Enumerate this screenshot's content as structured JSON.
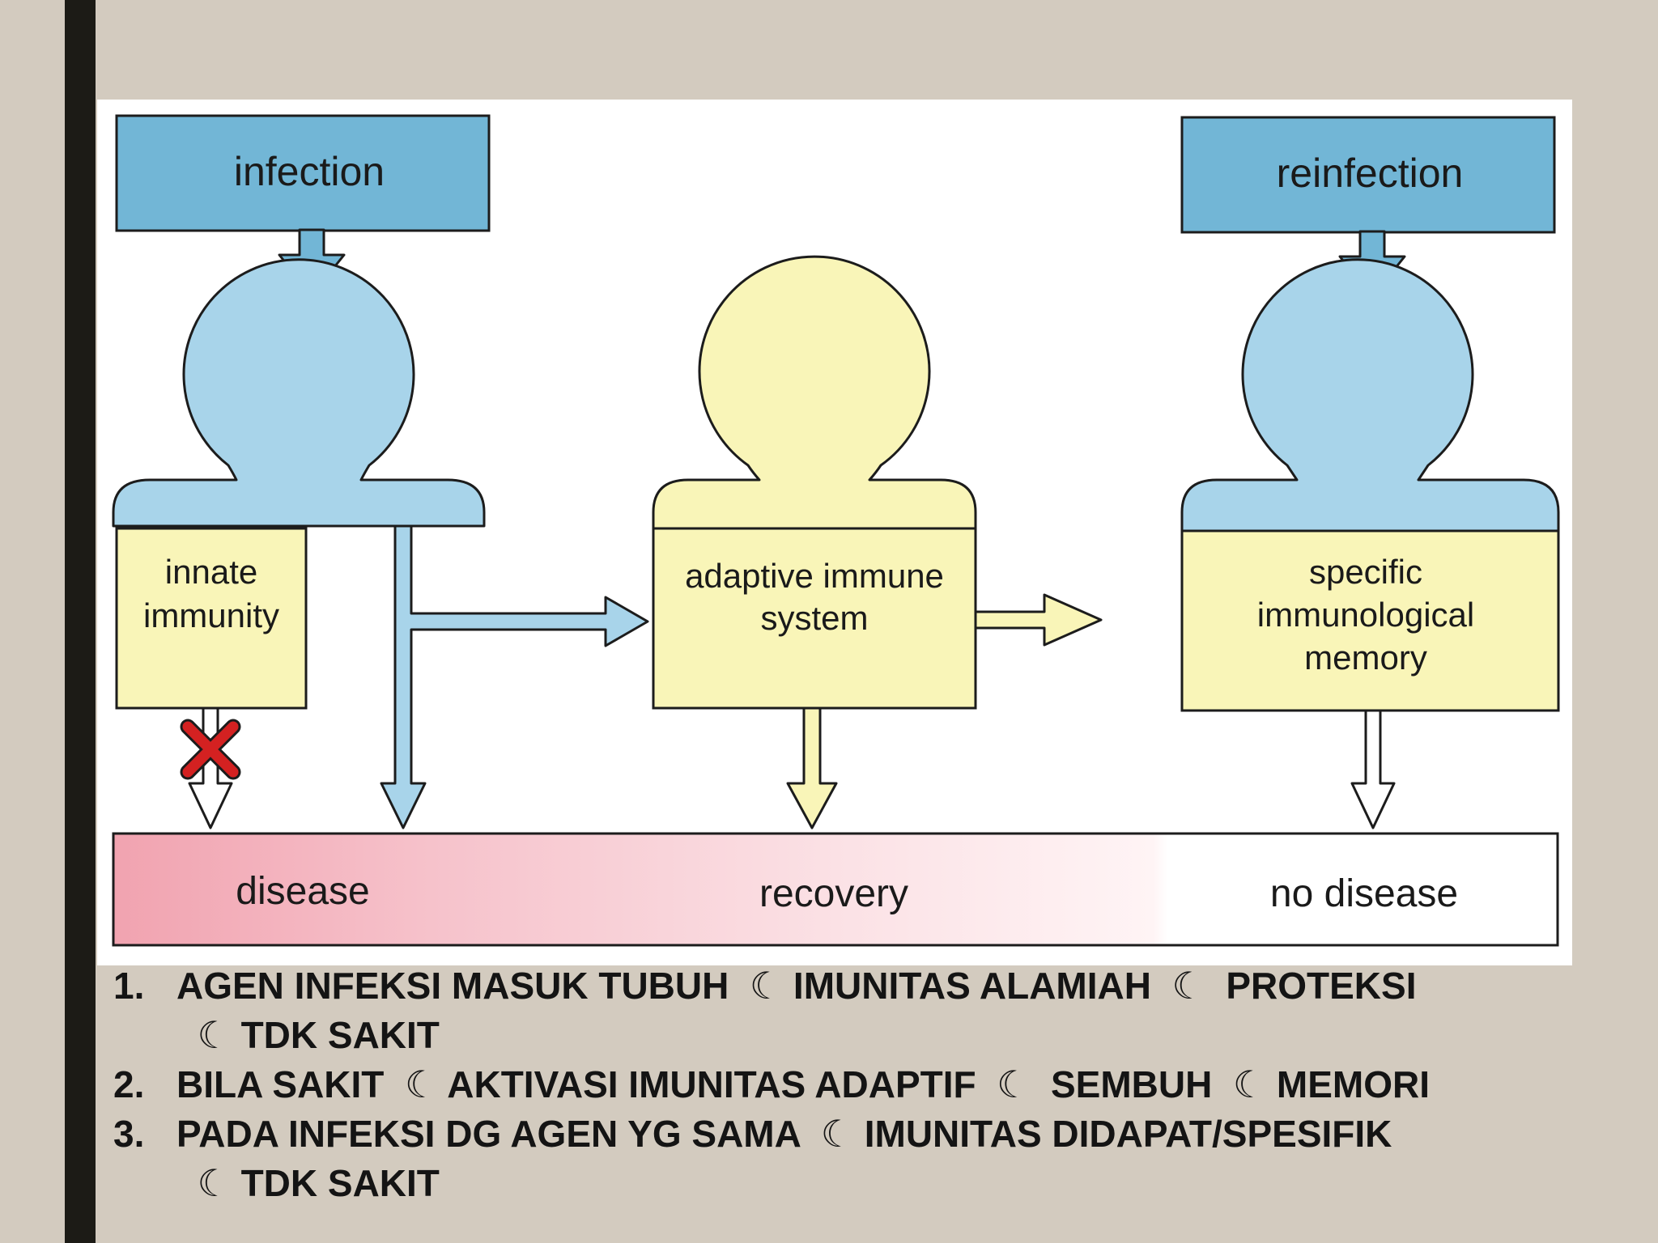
{
  "diagram": {
    "boxes": {
      "infection": "infection",
      "reinfection": "reinfection",
      "innate": [
        "innate",
        "immunity"
      ],
      "adaptive": [
        "adaptive immune",
        "system"
      ],
      "memory": [
        "specific",
        "immunological",
        "memory"
      ]
    },
    "outcomes": {
      "disease": "disease",
      "recovery": "recovery",
      "no_disease": "no disease"
    },
    "colors": {
      "blue": "#9fcfe6",
      "blue_dark": "#72b6d6",
      "yellow": "#f9f5b8",
      "pink": "#f3a9b5",
      "cross": "#d42121",
      "outline": "#1c1c1c"
    }
  },
  "steps": [
    {
      "number": "1.",
      "text": "AGEN INFEKSI MASUK TUBUH  ☾ IMUNITAS ALAMIAH  ☾  PROTEKSI\n  ☾ TDK SAKIT"
    },
    {
      "number": "2.",
      "text": "BILA SAKIT  ☾ AKTIVASI IMUNITAS ADAPTIF  ☾  SEMBUH  ☾ MEMORI"
    },
    {
      "number": "3.",
      "text": "PADA INFEKSI DG AGEN YG SAMA  ☾ IMUNITAS DIDAPAT/SPESIFIK\n  ☾ TDK SAKIT"
    }
  ]
}
